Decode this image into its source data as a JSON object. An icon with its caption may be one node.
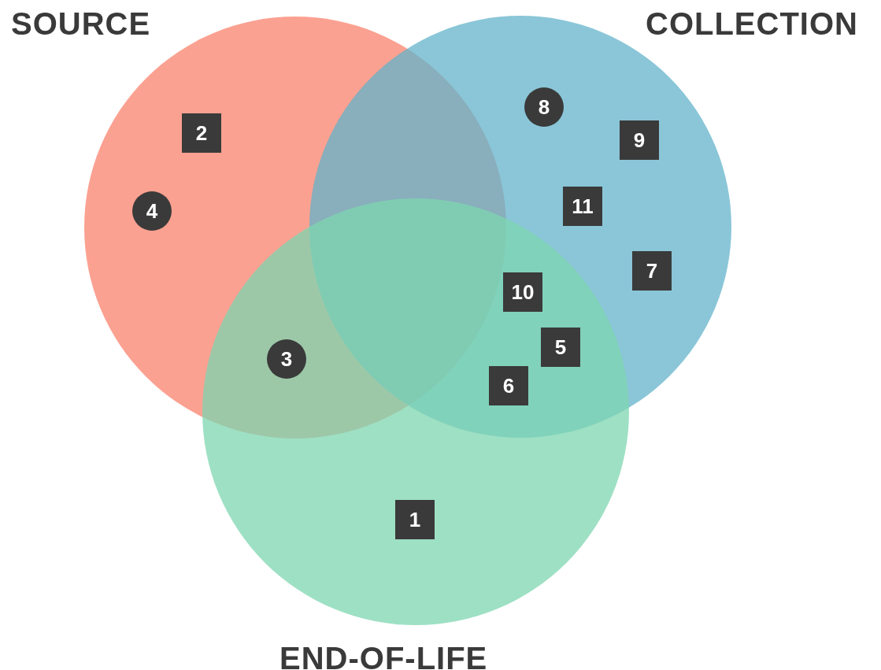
{
  "diagram": {
    "nodes": [
      {
        "text": [
          "SOURCE"
        ]
      },
      {
        "text": [
          "COLLECTION"
        ]
      },
      {
        "text": [
          "END-OF-LIFE"
        ]
      },
      {
        "text": [
          "8"
        ],
        "in": 1
      },
      {
        "text": [
          "2"
        ],
        "in": 0
      },
      {
        "text": [
          "9"
        ],
        "in": 1
      },
      {
        "text": [
          "11"
        ],
        "in": 1
      },
      {
        "text": [
          "4"
        ],
        "in": 0
      },
      {
        "text": [
          "7"
        ],
        "in": 1
      },
      {
        "text": [
          "10"
        ]
      },
      {
        "text": [
          "5"
        ]
      },
      {
        "text": [
          "3"
        ]
      },
      {
        "text": [
          "6"
        ]
      },
      {
        "text": [
          "1"
        ],
        "in": 2
      }
    ]
  }
}
